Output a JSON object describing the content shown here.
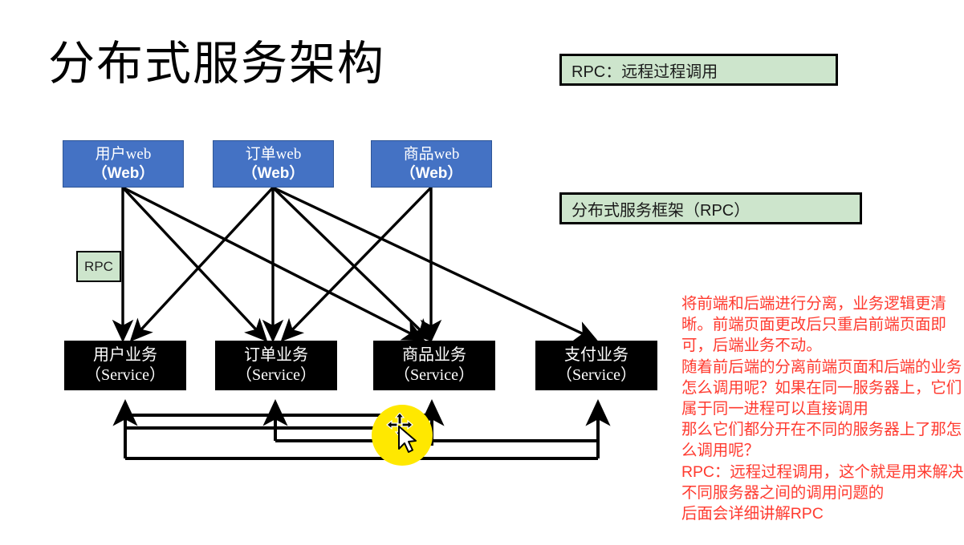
{
  "slide": {
    "title": "分布式服务架构",
    "background_color": "#ffffff"
  },
  "palette": {
    "web_box_fill": "#4472C4",
    "service_box_fill": "#000000",
    "callout_fill": "#CDE5CC",
    "note_text": "#FF3B30",
    "line_color": "#000000",
    "cursor_highlight": "#FFE800"
  },
  "web_tier": {
    "layer_label": "web",
    "boxes": [
      {
        "line1": "用户web",
        "line2": "（Web）"
      },
      {
        "line1": "订单web",
        "line2": "（Web）"
      },
      {
        "line1": "商品web",
        "line2": "（Web）"
      }
    ]
  },
  "service_tier": {
    "layer_label": "Service",
    "boxes": [
      {
        "line1": "用户业务",
        "line2": "（Service）"
      },
      {
        "line1": "订单业务",
        "line2": "（Service）"
      },
      {
        "line1": "商品业务",
        "line2": "（Service）"
      },
      {
        "line1": "支付业务",
        "line2": "（Service）"
      }
    ]
  },
  "callouts": {
    "rpc_definition": "RPC：远程过程调用",
    "framework": "分布式服务框架（RPC）",
    "inline_rpc_tag": "RPC"
  },
  "notes": {
    "text": "将前端和后端进行分离，业务逻辑更清晰。前端页面更改后只重启前端页面即可，后端业务不动。\n随着前后端的分离前端页面和后端的业务怎么调用呢？如果在同一服务器上，它们属于同一进程可以直接调用\n那么它们都分开在不同的服务器上了那怎么调用呢？\nRPC：远程过程调用，这个就是用来解决不同服务器之间的调用问题的\n后面会详细讲解RPC"
  },
  "cursor": {
    "icon": "move-pointer-cursor",
    "highlight": "click-highlight"
  }
}
